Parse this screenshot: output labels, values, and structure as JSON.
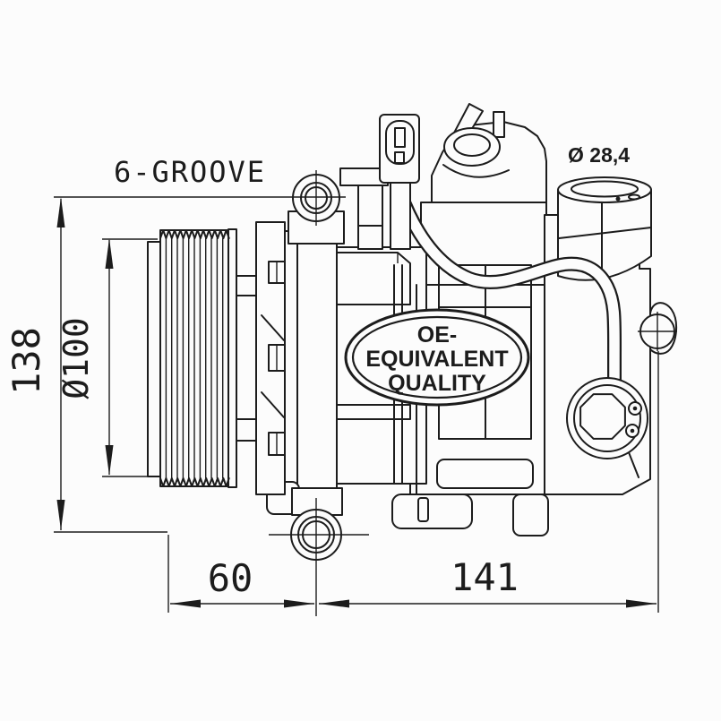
{
  "figure": {
    "type": "technical-line-drawing",
    "subject": "automotive air-conditioning compressor, side view with dimensions",
    "badge": {
      "line1": "OE-",
      "line2": "EQUIVALENT",
      "line3": "QUALITY"
    },
    "annotations": {
      "groove_label": "6-GROOVE",
      "port_diameter_label": "Ø 28,4",
      "pulley_diameter_label": "Ø100",
      "overall_height_label": "138",
      "front_depth_label": "60",
      "body_length_label": "141"
    },
    "colors": {
      "line": "#1c1c1c",
      "background": "#fcfcfc"
    }
  }
}
